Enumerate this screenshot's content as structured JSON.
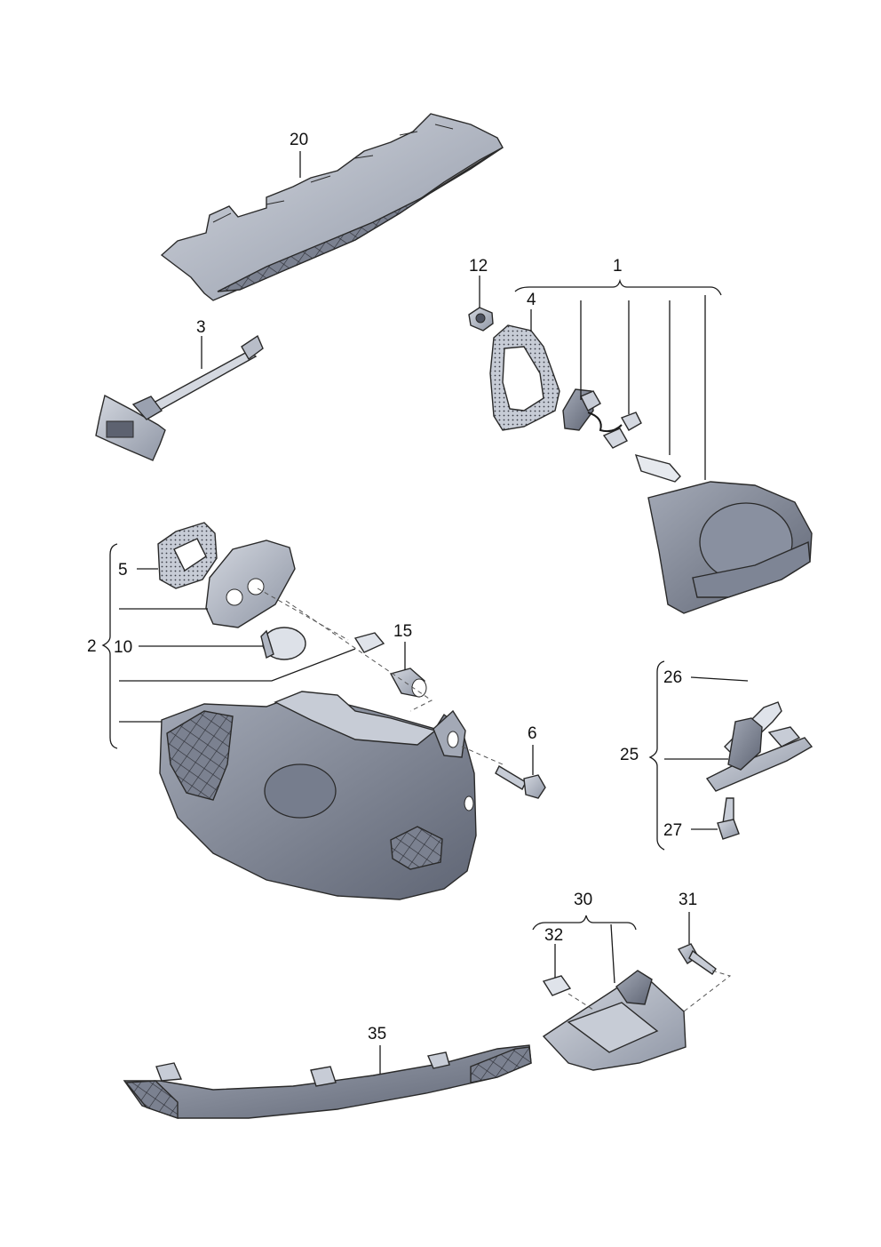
{
  "colors": {
    "part_light": "#c7ccd6",
    "part_mid": "#9aa1b0",
    "part_dark": "#6b7180",
    "outline": "#2a2a2a"
  },
  "labels": {
    "l20": "20",
    "l3": "3",
    "l12": "12",
    "l1": "1",
    "l4": "4",
    "l5": "5",
    "l2": "2",
    "l10": "10",
    "l15": "15",
    "l6": "6",
    "l26": "26",
    "l25": "25",
    "l27": "27",
    "l30": "30",
    "l31": "31",
    "l32": "32",
    "l35": "35"
  }
}
